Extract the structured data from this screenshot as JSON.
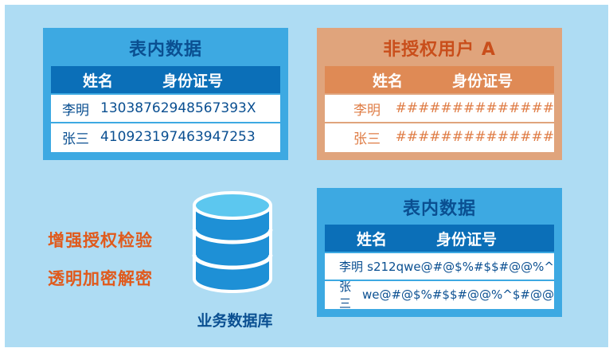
{
  "panels": {
    "table_data_plain": {
      "title": "表内数据",
      "header": {
        "name": "姓名",
        "id": "身份证号"
      },
      "rows": [
        {
          "name": "李明",
          "id": "13038762948567393X"
        },
        {
          "name": "张三",
          "id": "410923197463947253"
        }
      ]
    },
    "unauthorized_user": {
      "title": "非授权用户 A",
      "header": {
        "name": "姓名",
        "id": "身份证号"
      },
      "rows": [
        {
          "name": "李明",
          "id": "##############"
        },
        {
          "name": "张三",
          "id": "##############"
        }
      ]
    },
    "table_data_encrypted": {
      "title": "表内数据",
      "header": {
        "name": "姓名",
        "id": "身份证号"
      },
      "rows": [
        {
          "name": "李明",
          "id": "s212qwe@#@$%#$$#@@%^"
        },
        {
          "name": "张三",
          "id": "we@#@$%#$$#@@%^$#@@"
        }
      ]
    }
  },
  "features": {
    "access_check": "增强授权检验",
    "transparent_crypto": "透明加密解密"
  },
  "database": {
    "label": "业务数据库",
    "icon": "database-icon"
  },
  "colors": {
    "background": "#aedcf3",
    "panel_blue": "#3da9e2",
    "header_blue": "#0b6fb8",
    "text_blue": "#0a4f91",
    "panel_orange": "#e0a47c",
    "header_orange": "#df8a55",
    "text_orange": "#c94e1b",
    "feature_orange": "#e05a1c"
  }
}
